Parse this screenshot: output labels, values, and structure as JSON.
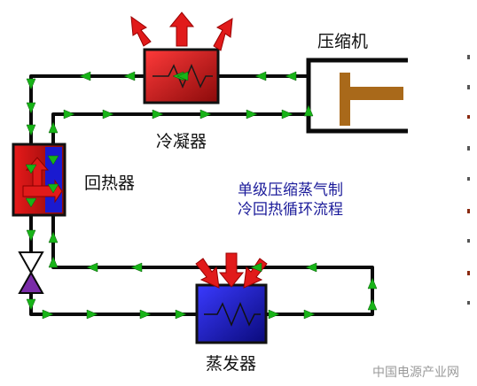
{
  "labels": {
    "compressor": "压缩机",
    "condenser": "冷凝器",
    "regenerator": "回热器",
    "evaporator": "蒸发器",
    "title_line1": "单级压缩蒸气制",
    "title_line2": "冷回热循环流程",
    "watermark": "中国电源产业网"
  },
  "colors": {
    "pipe": "#0a0a0a",
    "flow_arrow": "#18b418",
    "hot": "#d21a1a",
    "cold": "#1414d2",
    "piston": "#a9691a",
    "valve": "#7a2ca8"
  }
}
